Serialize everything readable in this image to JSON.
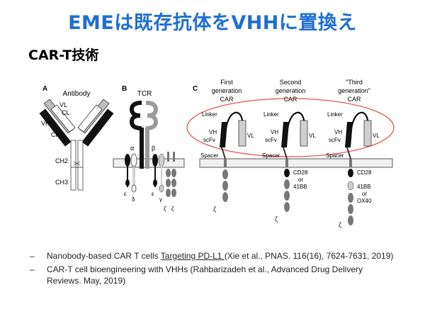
{
  "slide": {
    "title": "EMEは既存抗体をVHHに置換え",
    "subtitle": "CAR-T技術"
  },
  "figure": {
    "panels": {
      "a": "A",
      "b": "B",
      "c": "C"
    },
    "antibody": {
      "title": "Antibody",
      "vl": "VL",
      "cl": "CL",
      "vh": "VH",
      "ch1": "CH1",
      "ch2": "CH2",
      "ch3": "CH3"
    },
    "tcr": {
      "title": "TCR",
      "alpha": "α",
      "beta": "β",
      "eps1": "ε",
      "delta": "δ",
      "eps2": "ε",
      "gamma": "γ",
      "zeta1": "ζ",
      "zeta2": "ζ"
    },
    "car": {
      "gen1_title_l1": "First",
      "gen1_title_l2": "generation",
      "gen1_title_l3": "CAR",
      "gen2_title_l1": "Second",
      "gen2_title_l2": "generation",
      "gen2_title_l3": "CAR",
      "gen3_title_l1": "\"Third",
      "gen3_title_l2": "generation\"",
      "gen3_title_l3": "CAR",
      "linker": "Linker",
      "vh": "VH",
      "scfv": "scFv",
      "vl": "VL",
      "spacer": "Spacer",
      "zeta": "ζ",
      "cd28": "CD28",
      "or": "or",
      "bb41": "41BB",
      "ox40": "OX40"
    }
  },
  "refs": [
    {
      "dash": "–",
      "pre": "Nanobody-based CAR T cells ",
      "link": "Targeting PD-L1 ",
      "post": "(Xie et al., PNAS. 116(16), 7624-7631, 2019)"
    },
    {
      "dash": "–",
      "pre": "CAR-T cell bioengineering with VHHs (Rahbarizadeh et al., Advanced Drug Delivery Reviews. May, 2019)",
      "link": "",
      "post": ""
    }
  ],
  "colors": {
    "title": "#1f6fd1",
    "highlight": "#e05555",
    "dark": "#111111",
    "mid": "#666666",
    "light": "#cfcfcf"
  }
}
